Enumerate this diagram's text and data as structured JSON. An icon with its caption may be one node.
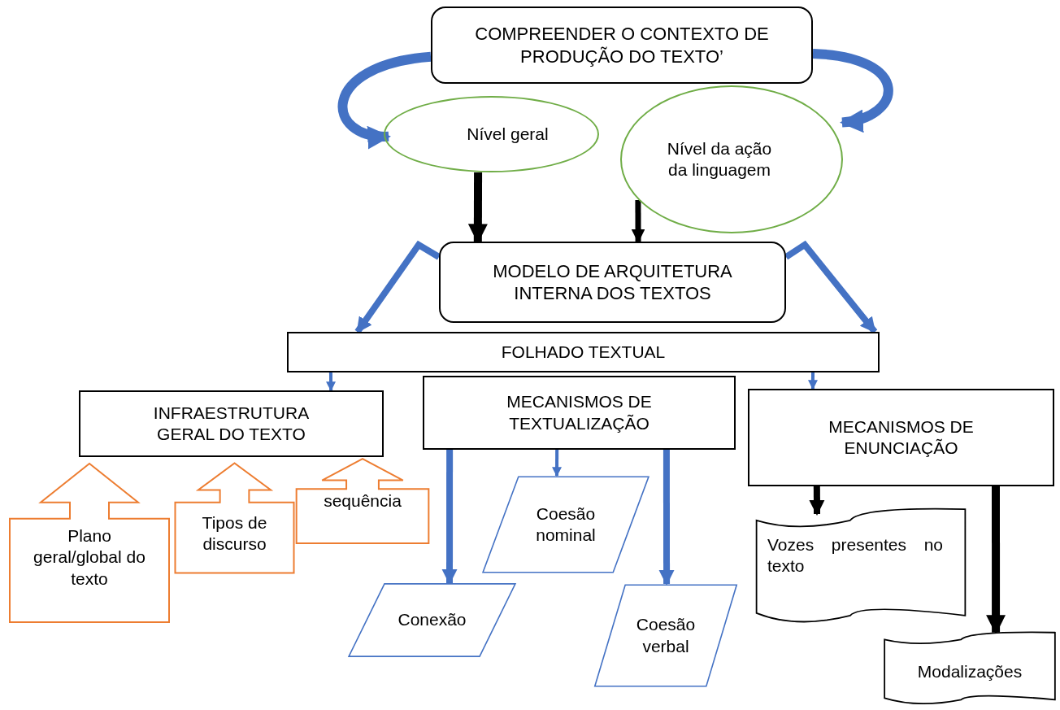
{
  "diagram": {
    "nodes": [
      {
        "text": [
          "COMPREENDER O CONTEXTO DE PRODUÇÃO DO TEXTO’"
        ]
      },
      {
        "text": [
          "Nível geral"
        ]
      },
      {
        "text": [
          "Nível da ação da linguagem"
        ]
      },
      {
        "text": [
          "MODELO DE ARQUITETURA INTERNA DOS TEXTOS"
        ]
      },
      {
        "text": [
          "FOLHADO TEXTUAL"
        ]
      },
      {
        "text": [
          "INFRAESTRUTURA GERAL DO TEXTO"
        ]
      },
      {
        "text": [
          "MECANISMOS DE TEXTUALIZAÇÃO"
        ]
      },
      {
        "text": [
          "MECANISMOS DE ENUNCIAÇÃO"
        ]
      },
      {
        "text": [
          "Plano geral/global do texto"
        ]
      },
      {
        "text": [
          "Tipos de discurso"
        ]
      },
      {
        "text": [
          "sequência"
        ]
      },
      {
        "text": [
          "Coesão nominal"
        ]
      },
      {
        "text": [
          "Conexão"
        ]
      },
      {
        "text": [
          "Coesão verbal"
        ]
      },
      {
        "text": [
          "Vozes presentes no texto"
        ]
      },
      {
        "text": [
          "Modalizações"
        ]
      }
    ],
    "edges": [
      {
        "from": 0,
        "to": 1,
        "arrow": "to"
      },
      {
        "from": 0,
        "to": 2,
        "arrow": "to"
      },
      {
        "from": 1,
        "to": 3,
        "arrow": "to",
        "color": "#000000"
      },
      {
        "from": 2,
        "to": 3,
        "arrow": "to",
        "color": "#000000"
      },
      {
        "from": 3,
        "to": 4,
        "arrow": "to"
      },
      {
        "from": 3,
        "to": 4,
        "arrow": "to"
      },
      {
        "from": 4,
        "to": 5,
        "arrow": "to"
      },
      {
        "from": 4,
        "to": 7,
        "arrow": "to"
      },
      {
        "from": 6,
        "to": 12,
        "arrow": "to"
      },
      {
        "from": 6,
        "to": 11,
        "arrow": "to"
      },
      {
        "from": 6,
        "to": 13,
        "arrow": "to"
      },
      {
        "from": 7,
        "to": 14,
        "arrow": "to",
        "color": "#000000"
      },
      {
        "from": 7,
        "to": 15,
        "arrow": "to",
        "color": "#000000"
      }
    ]
  }
}
